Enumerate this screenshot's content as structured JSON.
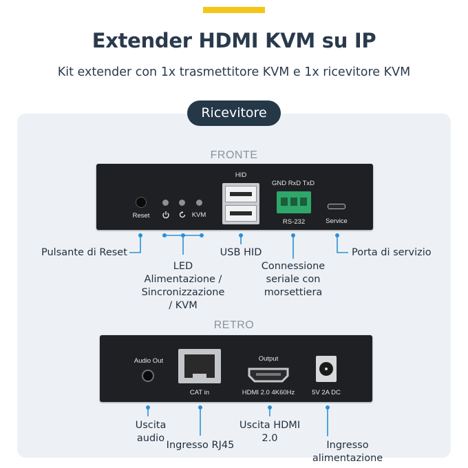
{
  "header": {
    "title": "Extender HDMI KVM su IP",
    "subtitle": "Kit extender con 1x trasmettitore KVM e 1x ricevitore KVM",
    "badge": "Ricevitore"
  },
  "front": {
    "section_label": "FRONTE",
    "panel_labels": {
      "reset": "Reset",
      "kvm": "KVM",
      "hid": "HID",
      "terminal_pins": "GND RxD TxD",
      "rs232": "RS-232",
      "service": "Service"
    },
    "callouts": {
      "reset": "Pulsante di Reset",
      "led": [
        "LED",
        "Alimentazione /",
        "Sincronizzazione",
        "/ KVM"
      ],
      "usb": "USB HID",
      "serial": [
        "Connessione",
        "seriale con",
        "morsettiera"
      ],
      "service": "Porta di servizio"
    }
  },
  "back": {
    "section_label": "RETRO",
    "panel_labels": {
      "audio": "Audio Out",
      "cat": "CAT in",
      "output": "Output",
      "hdmi": "HDMI 2.0 4K60Hz",
      "power": "5V 2A DC"
    },
    "callouts": {
      "audio": "Uscita audio",
      "rj45": "Ingresso RJ45",
      "hdmi": "Uscita HDMI 2.0",
      "power": "Ingresso alimentazione"
    }
  },
  "colors": {
    "accent": "#f5c518",
    "badge": "#243848",
    "callout_line": "#2b8fd6",
    "terminal_block": "#2fa66a",
    "panel_bg": "#edf1f5",
    "device": "#1e2023"
  }
}
